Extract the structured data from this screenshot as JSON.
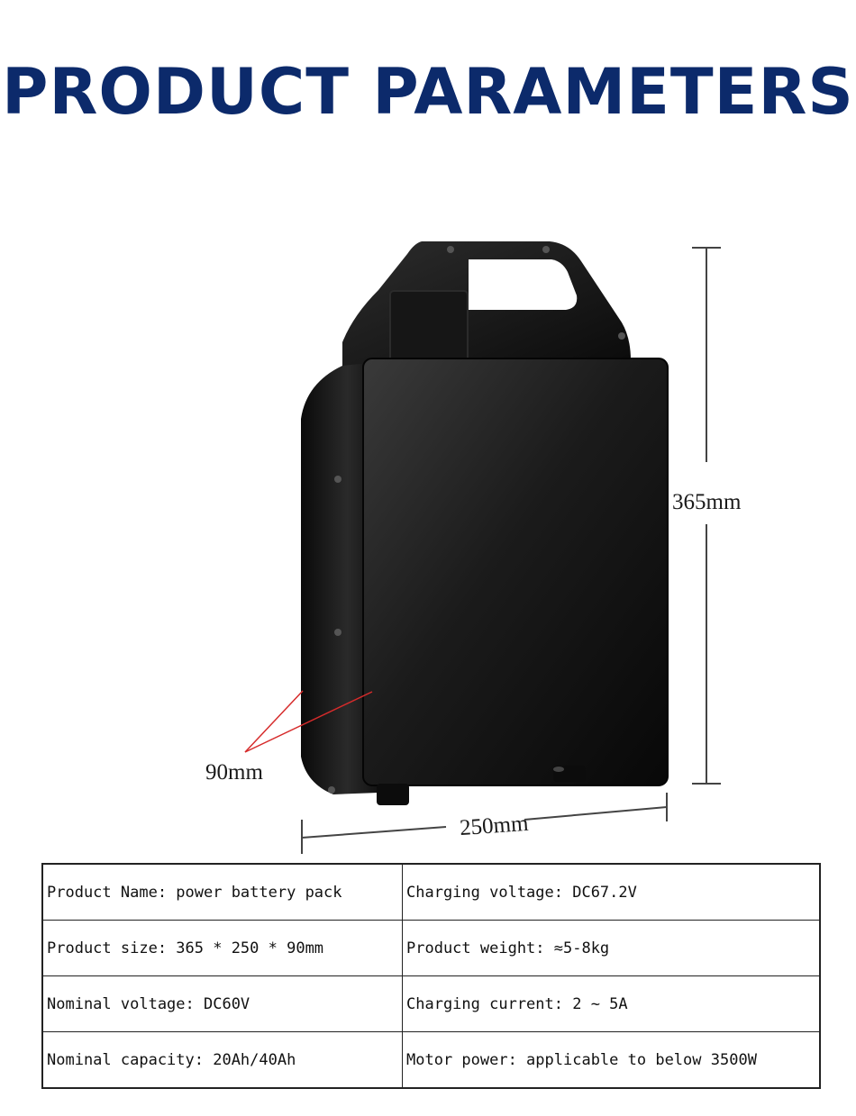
{
  "title": "PRODUCT PARAMETERS",
  "dimensions": {
    "height_label": "365mm",
    "width_label": "250mm",
    "depth_label": "90mm"
  },
  "specs": [
    {
      "left": "Product Name: power battery pack",
      "right": "Charging voltage: DC67.2V"
    },
    {
      "left": "Product size: 365 * 250 * 90mm",
      "right": "Product weight: ≈5-8kg"
    },
    {
      "left": "Nominal voltage: DC60V",
      "right": "Charging current: 2 ~ 5A"
    },
    {
      "left": "Nominal capacity: 20Ah/40Ah",
      "right": "Motor power: applicable to below 3500W"
    }
  ],
  "colors": {
    "title": "#0c2a6b",
    "battery": "#111111",
    "depth_lines": "#d62b2b"
  }
}
